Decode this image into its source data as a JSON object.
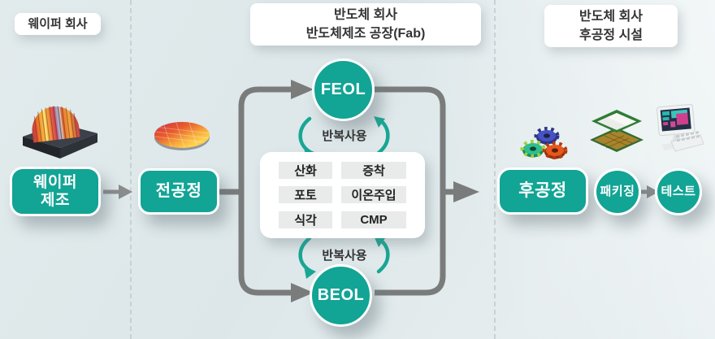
{
  "headers": {
    "left": "웨이퍼 회사",
    "center": {
      "line1": "반도체 회사",
      "line2": "반도체제조 공장(Fab)"
    },
    "right": {
      "line1": "반도체 회사",
      "line2": "후공정 시설"
    }
  },
  "nodes": {
    "wafer_mfg": {
      "line1": "웨이퍼",
      "line2": "제조"
    },
    "front_process": "전공정",
    "feol": "FEOL",
    "beol": "BEOL",
    "reuse_top": "반복사용",
    "reuse_bottom": "반복사용",
    "back_process": "후공정",
    "packaging": "패키징",
    "test": "테스트"
  },
  "fab_steps": [
    "산화",
    "증착",
    "포토",
    "이온주입",
    "식각",
    "CMP"
  ],
  "icons": [
    "wafer-cassette",
    "wafer-disc",
    "gears",
    "cpu-chip",
    "computer-tester"
  ],
  "colors": {
    "teal": "#12A495",
    "teal_arrow": "#17A794",
    "arrow_gray": "#7A7C7C",
    "background": "#DFE8EA",
    "cell_bg": "#E9EAEA",
    "text_dark": "#333333"
  }
}
